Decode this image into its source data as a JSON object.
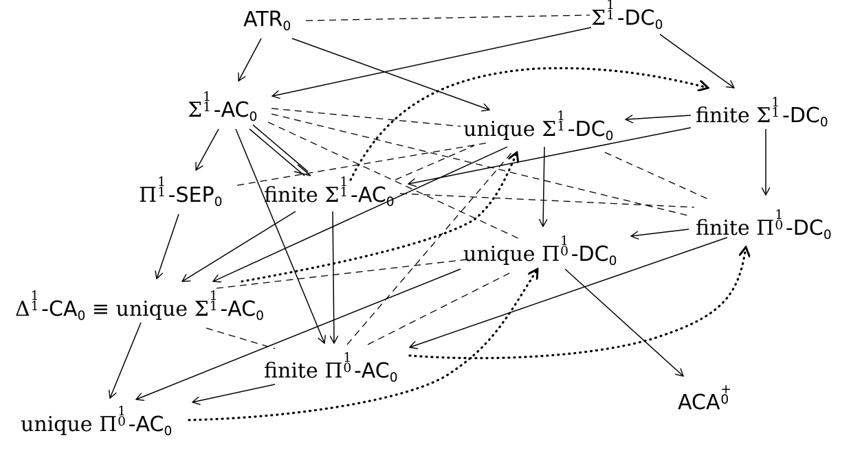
{
  "nodes": {
    "atr": {
      "base": "ATR",
      "sub": "0"
    },
    "s11_dc": {
      "sym": "Σ",
      "sup": "1",
      "subsym": "1",
      "tail": "-DC",
      "tailsub": "0"
    },
    "s11_ac": {
      "sym": "Σ",
      "sup": "1",
      "subsym": "1",
      "tail": "-AC",
      "tailsub": "0"
    },
    "finite_s11_dc": {
      "prefix": "finite ",
      "sym": "Σ",
      "sup": "1",
      "subsym": "1",
      "tail": "-DC",
      "tailsub": "0"
    },
    "unique_s11_dc": {
      "prefix": "unique ",
      "sym": "Σ",
      "sup": "1",
      "subsym": "1",
      "tail": "-DC",
      "tailsub": "0"
    },
    "p11_sep": {
      "sym": "Π",
      "sup": "1",
      "subsym": "1",
      "tail": "-SEP",
      "tailsub": "0"
    },
    "finite_s11_ac": {
      "prefix": "finite ",
      "sym": "Σ",
      "sup": "1",
      "subsym": "1",
      "tail": "-AC",
      "tailsub": "0"
    },
    "finite_p10_dc": {
      "prefix": "finite ",
      "sym": "Π",
      "sup": "1",
      "subsym": "0",
      "tail": "-DC",
      "tailsub": "0"
    },
    "unique_p10_dc": {
      "prefix": "unique ",
      "sym": "Π",
      "sup": "1",
      "subsym": "0",
      "tail": "-DC",
      "tailsub": "0"
    },
    "d11_ca": {
      "sym": "Δ",
      "sup": "1",
      "subsym": "1",
      "tail": "-CA",
      "tailsub": "0",
      "mid": " ≡ ",
      "prefix2": "unique ",
      "sym2": "Σ",
      "sup2": "1",
      "subsym2": "1",
      "tail2": "-AC",
      "tailsub2": "0"
    },
    "finite_p10_ac": {
      "prefix": "finite ",
      "sym": "Π",
      "sup": "1",
      "subsym": "0",
      "tail": "-AC",
      "tailsub": "0"
    },
    "aca_plus": {
      "base": "ACA",
      "sup": "+",
      "sub": "0"
    },
    "unique_p10_ac": {
      "prefix": "unique ",
      "sym": "Π",
      "sup": "1",
      "subsym": "0",
      "tail": "-AC",
      "tailsub": "0"
    }
  },
  "edges": {
    "solid": [
      [
        "atr",
        "s11_ac"
      ],
      [
        "atr",
        "unique_s11_dc"
      ],
      [
        "s11_dc",
        "s11_ac"
      ],
      [
        "s11_dc",
        "finite_s11_dc"
      ],
      [
        "s11_ac",
        "p11_sep"
      ],
      [
        "s11_ac",
        "finite_p10_ac"
      ],
      [
        "finite_s11_dc",
        "unique_s11_dc"
      ],
      [
        "finite_s11_dc",
        "finite_s11_ac"
      ],
      [
        "finite_s11_dc",
        "finite_p10_dc"
      ],
      [
        "unique_s11_dc",
        "d11_ca"
      ],
      [
        "unique_s11_dc",
        "unique_p10_dc"
      ],
      [
        "p11_sep",
        "d11_ca"
      ],
      [
        "finite_s11_ac",
        "d11_ca"
      ],
      [
        "finite_s11_ac",
        "finite_p10_ac"
      ],
      [
        "finite_p10_dc",
        "unique_p10_dc"
      ],
      [
        "finite_p10_dc",
        "finite_p10_ac"
      ],
      [
        "unique_p10_dc",
        "unique_p10_ac"
      ],
      [
        "unique_p10_dc",
        "aca_plus"
      ],
      [
        "d11_ca",
        "unique_p10_ac"
      ],
      [
        "finite_p10_ac",
        "unique_p10_ac"
      ]
    ],
    "double": [
      [
        "s11_ac",
        "finite_s11_ac"
      ]
    ],
    "dashed": [
      [
        "atr",
        "s11_dc"
      ],
      [
        "s11_ac",
        "unique_s11_dc"
      ],
      [
        "s11_ac",
        "finite_p10_dc"
      ],
      [
        "s11_ac",
        "unique_p10_dc"
      ],
      [
        "p11_sep",
        "unique_s11_dc"
      ],
      [
        "finite_s11_ac",
        "finite_p10_dc"
      ],
      [
        "finite_s11_ac",
        "unique_s11_dc"
      ],
      [
        "d11_ca",
        "unique_p10_dc"
      ],
      [
        "d11_ca",
        "finite_p10_ac"
      ],
      [
        "finite_p10_ac",
        "unique_s11_dc"
      ],
      [
        "finite_p10_ac",
        "unique_p10_dc"
      ]
    ],
    "dotted": [
      [
        "finite_s11_ac",
        "finite_s11_dc"
      ],
      [
        "d11_ca",
        "unique_s11_dc"
      ],
      [
        "unique_p10_ac",
        "unique_p10_dc"
      ],
      [
        "finite_p10_ac",
        "finite_p10_dc"
      ]
    ]
  }
}
